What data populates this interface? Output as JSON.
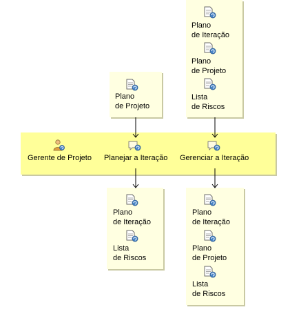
{
  "band": {
    "role": {
      "icon": "role-icon",
      "label": "Gerente de Projeto"
    },
    "tasks": [
      {
        "icon": "task-icon",
        "label": "Planejar a Iteração"
      },
      {
        "icon": "task-icon",
        "label": "Gerenciar a Iteração"
      }
    ]
  },
  "inputs": {
    "plan_iteration": [
      {
        "icon": "artifact-icon",
        "line1": "Plano",
        "line2": "de Projeto"
      }
    ],
    "manage_iteration": [
      {
        "icon": "artifact-icon",
        "line1": "Plano",
        "line2": "de Iteração"
      },
      {
        "icon": "artifact-icon",
        "line1": "Plano",
        "line2": "de Projeto"
      },
      {
        "icon": "artifact-icon",
        "line1": "Lista",
        "line2": "de Riscos"
      }
    ]
  },
  "outputs": {
    "plan_iteration": [
      {
        "icon": "artifact-icon",
        "line1": "Plano",
        "line2": "de Iteração"
      },
      {
        "icon": "artifact-icon",
        "line1": "Lista",
        "line2": "de Riscos"
      }
    ],
    "manage_iteration": [
      {
        "icon": "artifact-icon",
        "line1": "Plano",
        "line2": "de Iteração"
      },
      {
        "icon": "artifact-icon",
        "line1": "Plano",
        "line2": "de Projeto"
      },
      {
        "icon": "artifact-icon",
        "line1": "Lista",
        "line2": "de Riscos"
      }
    ]
  },
  "colors": {
    "box_fill": "#ffffe1",
    "band_fill": "#ffff99",
    "shadow": "#c9c9a3"
  }
}
